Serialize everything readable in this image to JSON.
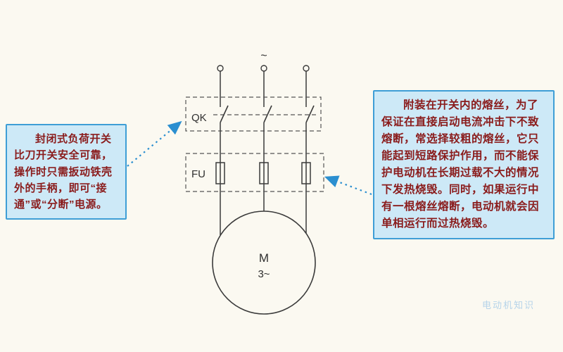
{
  "left_callout": {
    "text": "封闭式负荷开关比刀开关安全可靠，操作时只需扳动铁壳外的手柄，即可“接通”或“分断”电源。"
  },
  "right_callout": {
    "text": "附装在开关内的熔丝，为了保证在直接启动电流冲击下不致熔断，常选择较粗的熔丝，它只能起到短路保护作用，而不能保护电动机在长期过载不大的情况下发热烧毁。同时，如果运行中有一根熔丝熔断，电动机就会因单相运行而过热烧毁。"
  },
  "diagram": {
    "supply_symbol": "~",
    "switch_label": "QK",
    "fuse_label": "FU",
    "motor_label": "M",
    "motor_phase": "3~"
  },
  "watermark": "电动机知识",
  "colors": {
    "callout_bg": "#cde9f7",
    "callout_border": "#3e9ed6",
    "callout_text": "#8a1b1b",
    "wire": "#3a3a3a",
    "arrow": "#2b8fd0",
    "background": "#fbf9f1"
  }
}
